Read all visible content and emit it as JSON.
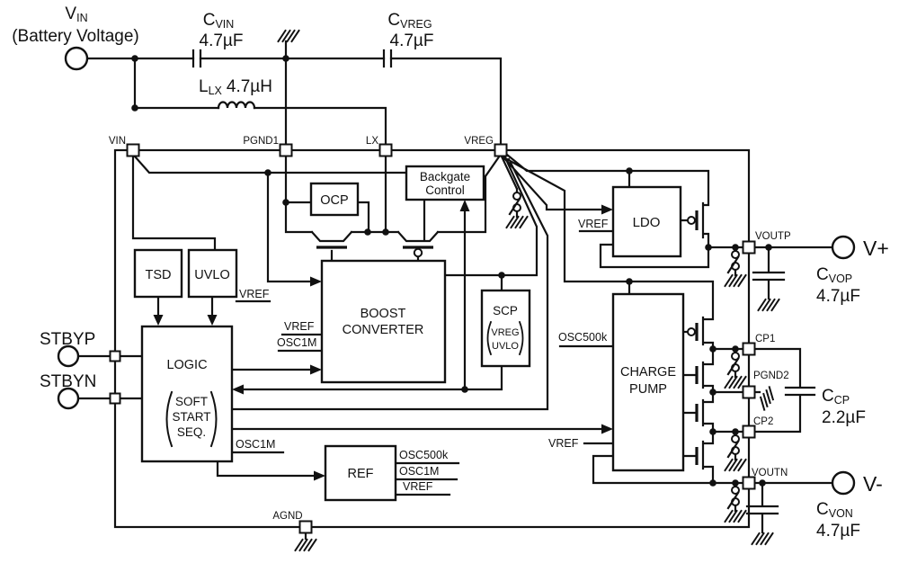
{
  "schematic": {
    "source": {
      "v": "V",
      "v_sub": "IN",
      "desc": "(Battery Voltage)"
    },
    "terminals": {
      "stbyp": "STBYP",
      "stbyn": "STBYN",
      "vplus": "V+",
      "vminus": "V-"
    },
    "pins": {
      "vin": "VIN",
      "pgnd1": "PGND1",
      "lx": "LX",
      "vreg": "VREG",
      "voutp": "VOUTP",
      "cp1": "CP1",
      "pgnd2": "PGND2",
      "cp2": "CP2",
      "voutn": "VOUTN",
      "agnd": "AGND"
    },
    "passives": {
      "cvin": {
        "ref": "C",
        "sub": "VIN",
        "value": "4.7µF"
      },
      "cvreg": {
        "ref": "C",
        "sub": "VREG",
        "value": "4.7µF"
      },
      "llx": {
        "ref": "L",
        "sub": "LX",
        "value": "4.7µH"
      },
      "cvop": {
        "ref": "C",
        "sub": "VOP",
        "value": "4.7µF"
      },
      "ccp": {
        "ref": "C",
        "sub": "CP",
        "value": "2.2µF"
      },
      "cvon": {
        "ref": "C",
        "sub": "VON",
        "value": "4.7µF"
      }
    },
    "blocks": {
      "tsd": "TSD",
      "uvlo": "UVLO",
      "logic": {
        "title": "LOGIC",
        "p1": "SOFT",
        "p2": "START",
        "p3": "SEQ."
      },
      "ocp": "OCP",
      "backgate": {
        "l1": "Backgate",
        "l2": "Control"
      },
      "boost": {
        "l1": "BOOST",
        "l2": "CONVERTER"
      },
      "scp": {
        "title": "SCP",
        "p1": "VREG",
        "p2": "UVLO"
      },
      "ldo": "LDO",
      "ref": "REF",
      "chargepump": {
        "l1": "CHARGE",
        "l2": "PUMP"
      }
    },
    "signals": {
      "vref": "VREF",
      "osc1m": "OSC1M",
      "osc500k": "OSC500k"
    }
  }
}
